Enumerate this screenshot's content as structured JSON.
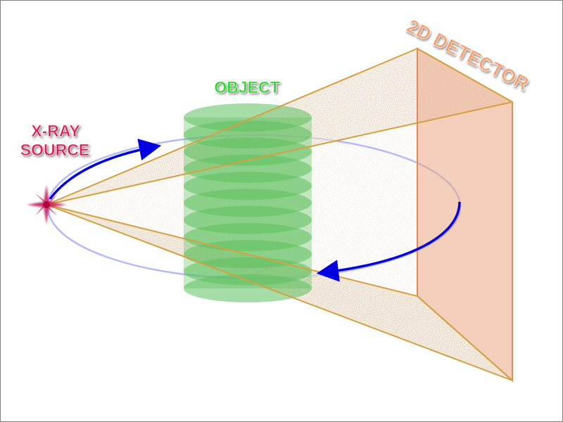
{
  "labels": {
    "source_line1": "X-RAY",
    "source_line2": "SOURCE",
    "object": "OBJECT",
    "detector": "2D DETECTOR"
  },
  "colors": {
    "source": "#d81b5a",
    "object_text": "#2bd62b",
    "object_fill": "#5cbf5c",
    "detector_text": "#f2a070",
    "detector_fill": "#e9a684",
    "cone_edge": "#d4a040",
    "cone_speckle": "#b08a60",
    "orbit_faint": "#9aa0ff",
    "orbit_arrow": "#0000e0",
    "frame": "#808080"
  },
  "object_slices": 11
}
